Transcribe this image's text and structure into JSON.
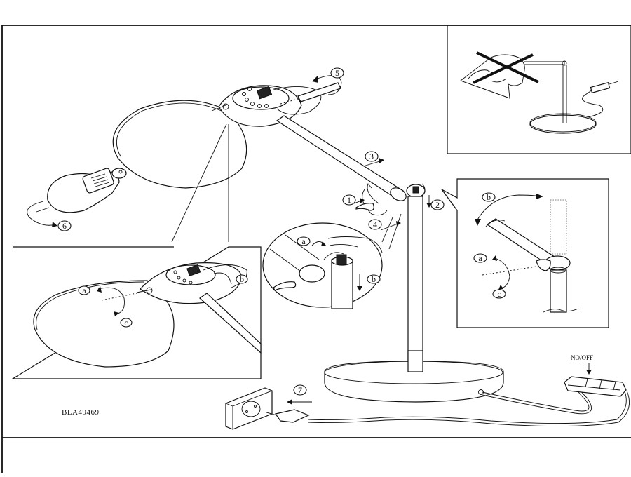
{
  "document": {
    "type": "assembly-instructions",
    "product_code": "BLA49469",
    "steps": [
      {
        "number": "1",
        "label": "1"
      },
      {
        "number": "2",
        "label": "2"
      },
      {
        "number": "3",
        "label": "3"
      },
      {
        "number": "4",
        "label": "4"
      },
      {
        "number": "5",
        "label": "5"
      },
      {
        "number": "6",
        "label": "6"
      },
      {
        "number": "7",
        "label": "7"
      }
    ],
    "sub_labels": {
      "a": "a",
      "b": "b",
      "c": "c"
    },
    "switch_label": "NO/OFF",
    "panels": {
      "warning": {
        "description": "do-not-cover-lamp-shade"
      },
      "detail_joint": {
        "description": "arm-rotation-detail"
      },
      "detail_shade": {
        "description": "shade-rotation-detail"
      },
      "detail_wiring": {
        "description": "cable-routing-detail"
      }
    },
    "colors": {
      "line": "#111111",
      "background": "#ffffff"
    }
  }
}
